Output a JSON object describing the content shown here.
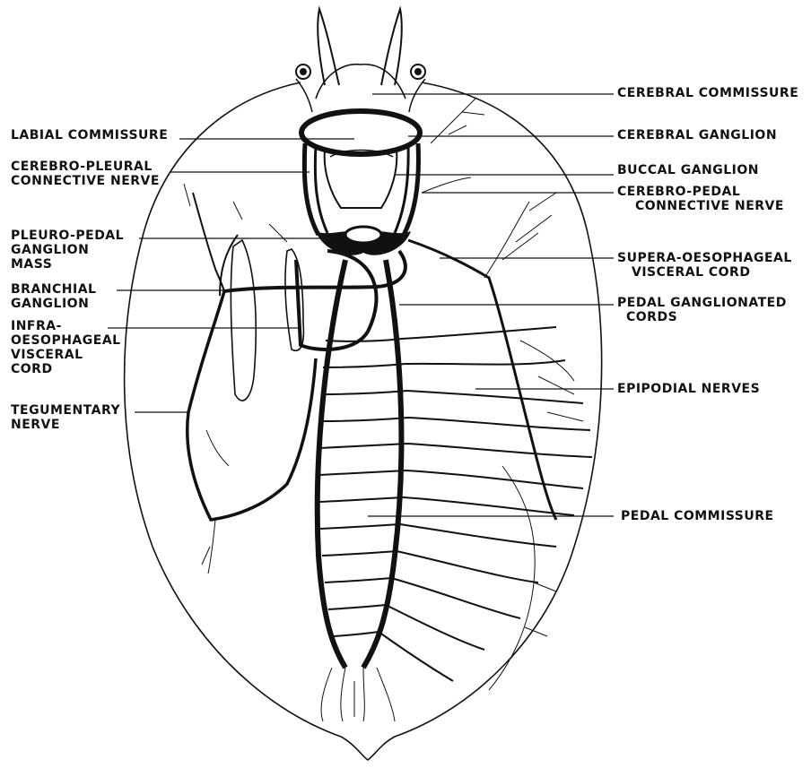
{
  "diagram": {
    "labels_left": {
      "labial_commissure": "LABIAL COMMISSURE",
      "cerebro_pleural_1": "CEREBRO-PLEURAL",
      "cerebro_pleural_2": "CONNECTIVE NERVE",
      "pleuro_pedal_1": "PLEURO-PEDAL",
      "pleuro_pedal_2": "GANGLION",
      "pleuro_pedal_3": "MASS",
      "branchial_1": "BRANCHIAL",
      "branchial_2": "GANGLION",
      "infra_1": "INFRA-",
      "infra_2": "OESOPHAGEAL",
      "infra_3": "VISCERAL",
      "infra_4": "CORD",
      "tegumentary_1": "TEGUMENTARY",
      "tegumentary_2": "NERVE"
    },
    "labels_right": {
      "cerebral_commissure": "CEREBRAL COMMISSURE",
      "cerebral_ganglion": "CEREBRAL GANGLION",
      "buccal_ganglion": "BUCCAL GANGLION",
      "cerebro_pedal_1": "CEREBRO-PEDAL",
      "cerebro_pedal_2": "CONNECTIVE NERVE",
      "supra_1": "SUPERA-OESOPHAGEAL",
      "supra_2": "VISCERAL CORD",
      "pedal_ganglionated_1": "PEDAL GANGLIONATED",
      "pedal_ganglionated_2": "CORDS",
      "epipodial": "EPIPODIAL NERVES",
      "pedal_commissure": "PEDAL COMMISSURE"
    }
  }
}
